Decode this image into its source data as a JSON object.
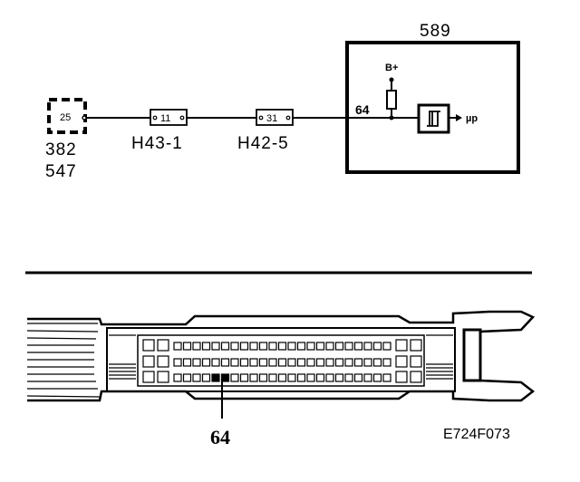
{
  "schematic": {
    "ecu_box": {
      "id": "589",
      "pin": "64",
      "supply": "B+",
      "output": "µp"
    },
    "source_connector": {
      "pin": "25",
      "ids": [
        "382",
        "547"
      ]
    },
    "inline_connectors": [
      {
        "pin": "11",
        "name": "H43-1"
      },
      {
        "pin": "31",
        "name": "H42-5"
      }
    ]
  },
  "connector_view": {
    "highlighted_pin": "64"
  },
  "figure_code": "E724F073"
}
